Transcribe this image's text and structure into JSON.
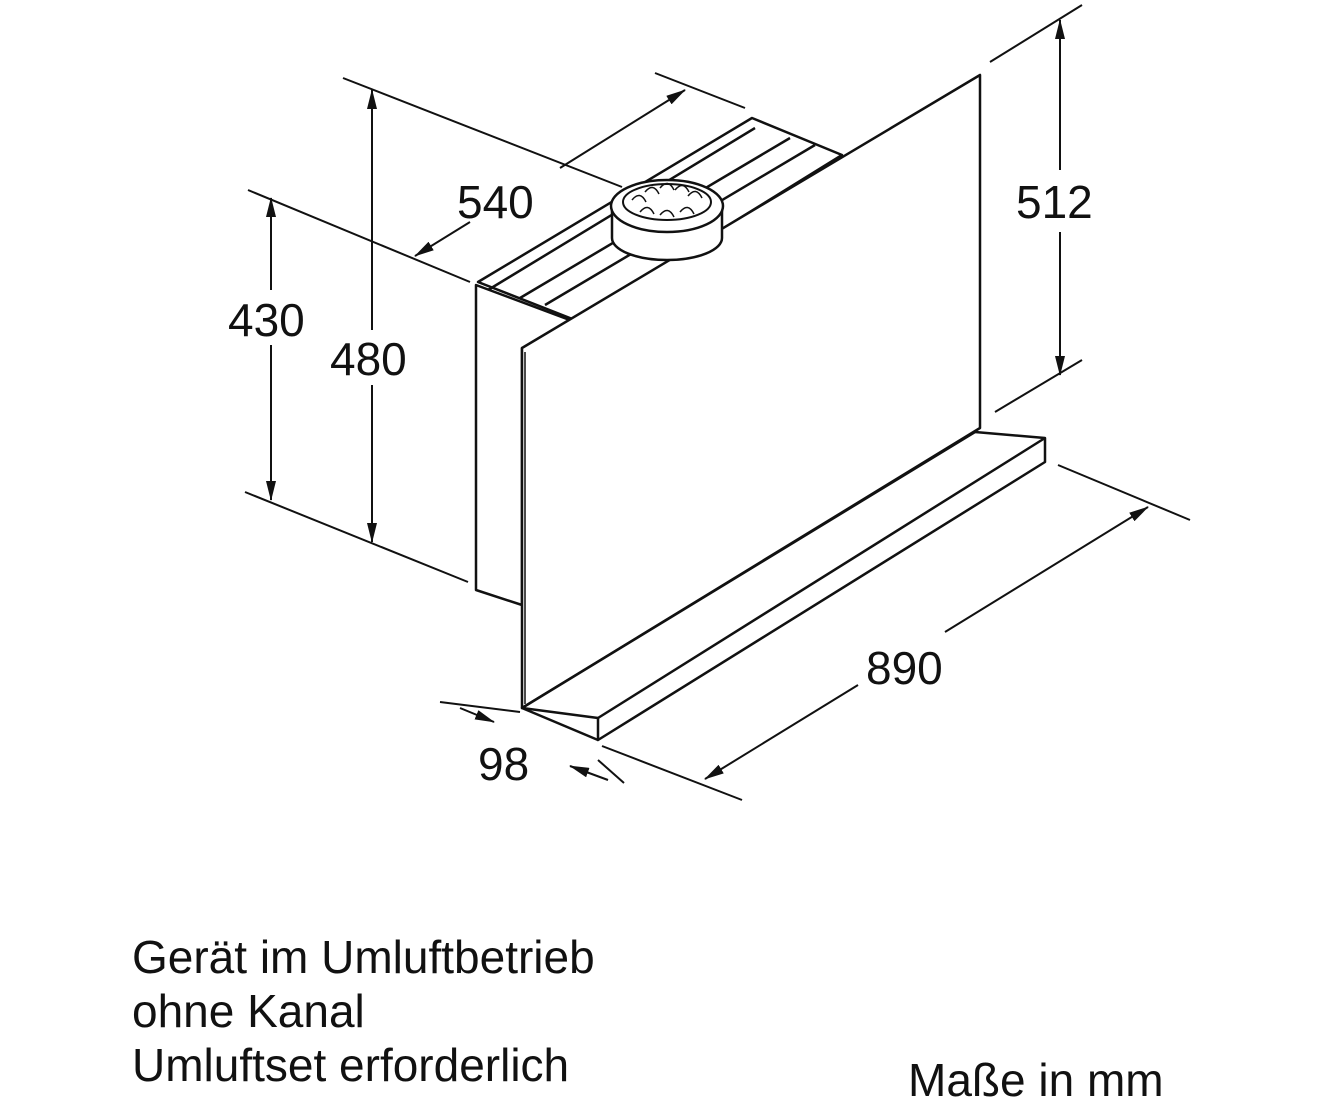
{
  "dimensions": {
    "depth": "540",
    "height_body": "430",
    "height_total": "480",
    "height_panel": "512",
    "width": "890",
    "panel_depth": "98"
  },
  "caption": {
    "line1": "Gerät im Umluftbetrieb",
    "line2": "ohne Kanal",
    "line3": "Umluftset erforderlich"
  },
  "unit_note": "Maße in mm",
  "colors": {
    "line": "#111111",
    "background": "#ffffff"
  }
}
